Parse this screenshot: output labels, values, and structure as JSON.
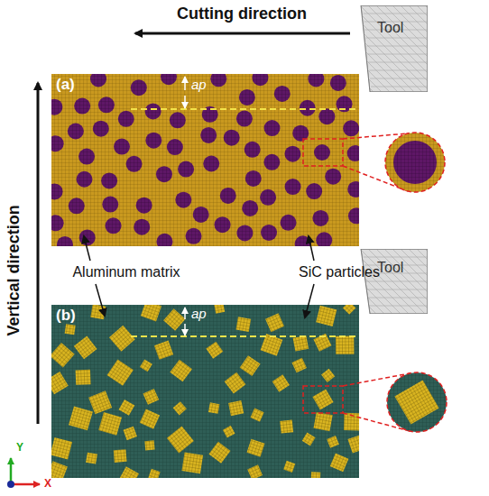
{
  "diagram": {
    "nodes": [
      {
        "text": [
          "(a)"
        ]
      },
      {
        "text": [
          "Tool"
        ]
      },
      {
        "text": [
          "(b)"
        ]
      },
      {
        "text": [
          "Tool"
        ]
      }
    ],
    "labels": [
      "Cutting direction",
      "Vertical direction",
      "ap",
      "Aluminum matrix",
      "SiC particles",
      "ap",
      "Y",
      "X"
    ]
  }
}
